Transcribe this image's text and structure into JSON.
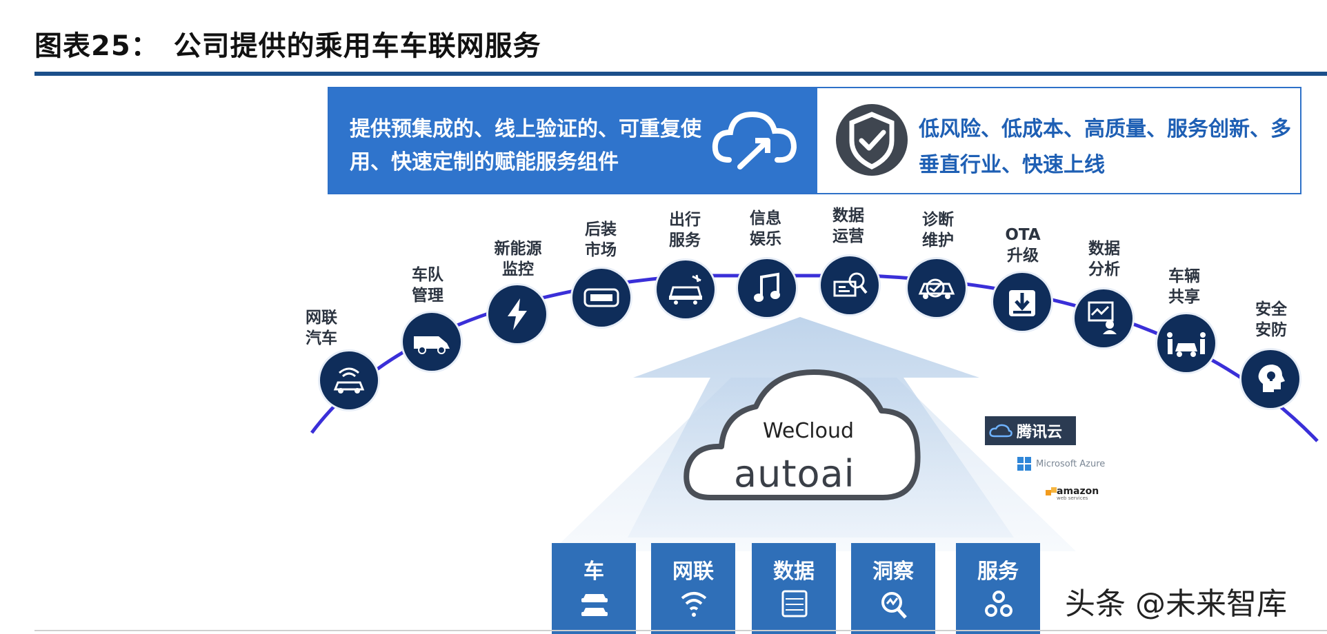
{
  "title": "图表25：　公司提供的乘用车车联网服务",
  "banner": {
    "left_text": "提供预集成的、线上验证的、可重复使用、快速定制的赋能服务组件",
    "right_text": "低风险、低成本、高质量、服务创新、多垂直行业、快速上线"
  },
  "services": [
    {
      "label": "网联\n汽车",
      "icon": "connected-car-icon"
    },
    {
      "label": "车队\n管理",
      "icon": "van-icon"
    },
    {
      "label": "新能源\n监控",
      "icon": "lightning-icon"
    },
    {
      "label": "后装\n市场",
      "icon": "device-icon"
    },
    {
      "label": "出行\n服务",
      "icon": "car-service-icon"
    },
    {
      "label": "信息\n娱乐",
      "icon": "music-icon"
    },
    {
      "label": "数据\n运营",
      "icon": "data-search-icon"
    },
    {
      "label": "诊断\n维护",
      "icon": "diagnostic-car-icon"
    },
    {
      "label": "OTA\n升级",
      "icon": "download-icon"
    },
    {
      "label": "数据\n分析",
      "icon": "analytics-user-icon"
    },
    {
      "label": "车辆\n共享",
      "icon": "car-sharing-icon"
    },
    {
      "label": "安全\n安防",
      "icon": "security-head-icon"
    }
  ],
  "platform": {
    "wecloud": "WeCloud",
    "autoai": "autoai",
    "partners": {
      "tencent": "腾讯云",
      "azure": "Microsoft Azure",
      "amazon": "amazon",
      "amazon_sub": "web services"
    }
  },
  "foundation": [
    {
      "label": "车",
      "icon": "cars-icon"
    },
    {
      "label": "网联",
      "icon": "wifi-icon"
    },
    {
      "label": "数据",
      "icon": "binary-data-icon"
    },
    {
      "label": "洞察",
      "icon": "insight-icon"
    },
    {
      "label": "服务",
      "icon": "gears-icon"
    }
  ],
  "watermark": "头条 @未来智库",
  "colors": {
    "banner_blue": "#2f74cc",
    "node_navy": "#0f2d5a",
    "arc_blue": "#3a2fd8",
    "card_blue": "#2f6fb8",
    "rule_blue": "#1b4f8a"
  }
}
